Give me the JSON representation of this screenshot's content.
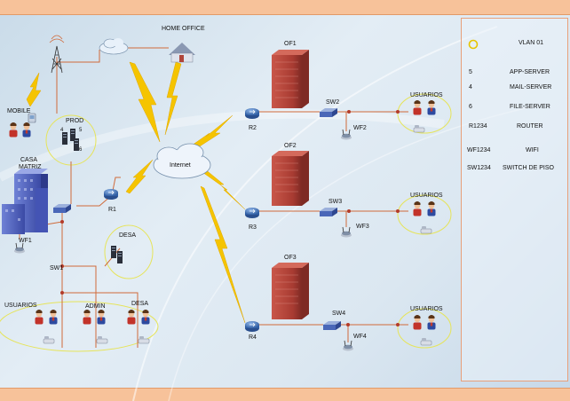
{
  "labels": {
    "home_office": "HOME OFFICE",
    "mobile": "MOBILE",
    "prod": "PROD",
    "casa_matriz_1": "CASA",
    "casa_matriz_2": "MATRIZ",
    "wf1": "WF1",
    "sw1": "SW1",
    "r1": "R1",
    "desa_top": "DESA",
    "usuarios_main": "USUARIOS",
    "admin": "ADMIN",
    "desa_bottom": "DESA",
    "internet": "Internet",
    "of1": "OF1",
    "of2": "OF2",
    "of3": "OF3",
    "r2": "R2",
    "r3": "R3",
    "r4": "R4",
    "sw2": "SW2",
    "sw3": "SW3",
    "sw4": "SW4",
    "wf2": "WF2",
    "wf3": "WF3",
    "wf4": "WF4",
    "usuarios_of1": "USUARIOS",
    "usuarios_of2": "USUARIOS",
    "usuarios_of3": "USUARIOS",
    "prod_n4": "4",
    "prod_n5": "5",
    "prod_n6": "6"
  },
  "legend": [
    {
      "key": "",
      "value": "VLAN 01",
      "icon": "vlan-ring-icon"
    },
    {
      "key": "5",
      "value": "APP-SERVER"
    },
    {
      "key": "4",
      "value": "MAIL-SERVER"
    },
    {
      "key": "6",
      "value": "FILE-SERVER"
    },
    {
      "key": "R1234",
      "value": "ROUTER"
    },
    {
      "key": "WF1234",
      "value": "WIFI"
    },
    {
      "key": "SW1234",
      "value": "SWITCH DE PISO"
    }
  ],
  "colors": {
    "band": "#f7c29a",
    "link": "#d06a3a",
    "lightning": "#f5c400",
    "vlan_ring": "#e8e85a",
    "building": "#b8443a",
    "router": "#3a6fb5"
  }
}
